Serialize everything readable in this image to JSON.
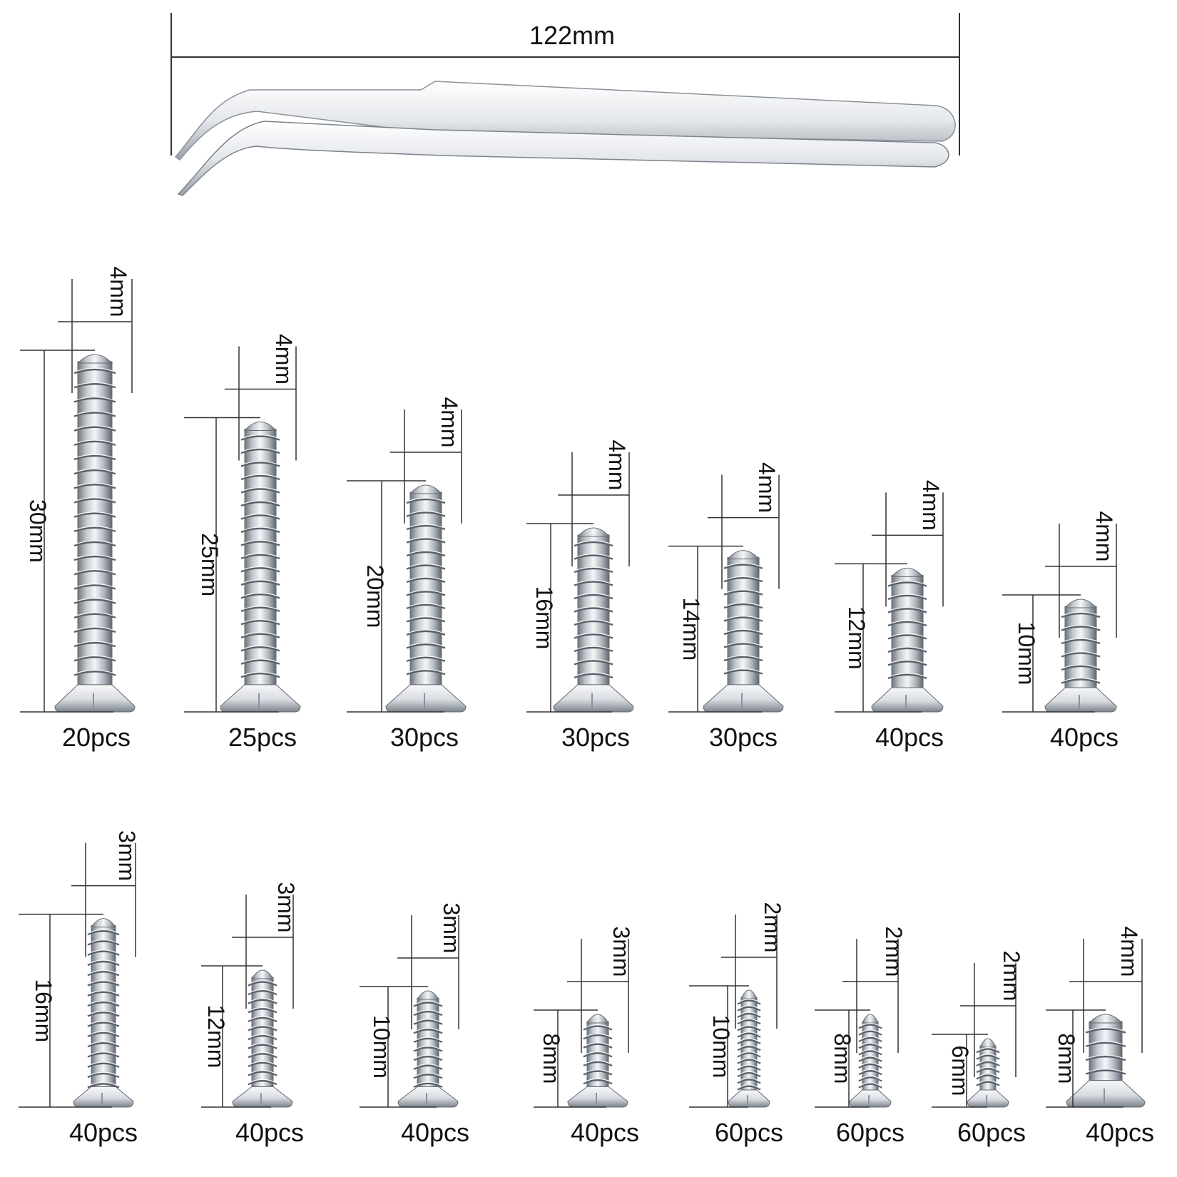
{
  "tweezer": {
    "length_label": "122mm"
  },
  "colors": {
    "line": "#333333",
    "metal_light": "#f4f6f8",
    "metal_mid": "#c3c8ce",
    "metal_dark": "#6d747c"
  },
  "screws": [
    {
      "length_label": "30mm",
      "head_label": "4mm",
      "count_label": "20pcs",
      "length_mm": 30,
      "head_mm": 4
    },
    {
      "length_label": "25mm",
      "head_label": "4mm",
      "count_label": "25pcs",
      "length_mm": 25,
      "head_mm": 4
    },
    {
      "length_label": "20mm",
      "head_label": "4mm",
      "count_label": "30pcs",
      "length_mm": 20,
      "head_mm": 4
    },
    {
      "length_label": "16mm",
      "head_label": "4mm",
      "count_label": "30pcs",
      "length_mm": 16,
      "head_mm": 4
    },
    {
      "length_label": "14mm",
      "head_label": "4mm",
      "count_label": "30pcs",
      "length_mm": 14,
      "head_mm": 4
    },
    {
      "length_label": "12mm",
      "head_label": "4mm",
      "count_label": "40pcs",
      "length_mm": 12,
      "head_mm": 4
    },
    {
      "length_label": "10mm",
      "head_label": "4mm",
      "count_label": "40pcs",
      "length_mm": 10,
      "head_mm": 4
    },
    {
      "length_label": "16mm",
      "head_label": "3mm",
      "count_label": "40pcs",
      "length_mm": 16,
      "head_mm": 3
    },
    {
      "length_label": "12mm",
      "head_label": "3mm",
      "count_label": "40pcs",
      "length_mm": 12,
      "head_mm": 3
    },
    {
      "length_label": "10mm",
      "head_label": "3mm",
      "count_label": "40pcs",
      "length_mm": 10,
      "head_mm": 3
    },
    {
      "length_label": "8mm",
      "head_label": "3mm",
      "count_label": "40pcs",
      "length_mm": 8,
      "head_mm": 3
    },
    {
      "length_label": "10mm",
      "head_label": "2mm",
      "count_label": "60pcs",
      "length_mm": 10,
      "head_mm": 2
    },
    {
      "length_label": "8mm",
      "head_label": "2mm",
      "count_label": "60pcs",
      "length_mm": 8,
      "head_mm": 2
    },
    {
      "length_label": "6mm",
      "head_label": "2mm",
      "count_label": "60pcs",
      "length_mm": 6,
      "head_mm": 2
    },
    {
      "length_label": "8mm",
      "head_label": "4mm",
      "count_label": "40pcs",
      "length_mm": 8,
      "head_mm": 4
    }
  ]
}
